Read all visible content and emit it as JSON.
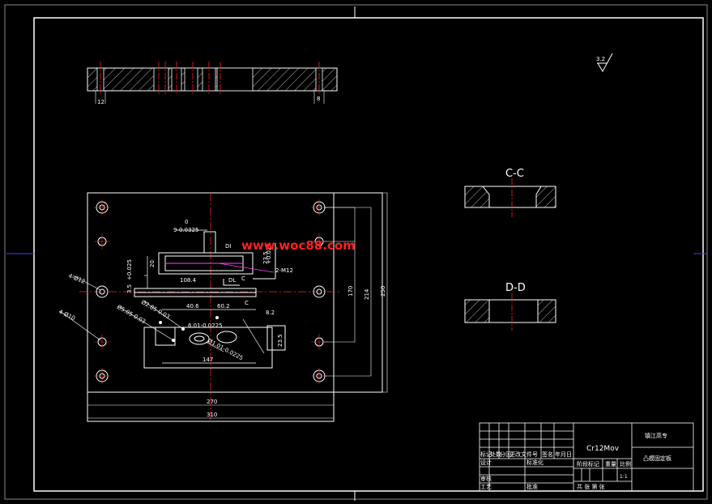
{
  "watermark": "www.woc88.com",
  "surface_finish": "3.2",
  "sections": {
    "cc": "C-C",
    "dd": "D-D"
  },
  "dimensions": {
    "d1": "9-0.0325",
    "d2": "0",
    "d3": "+0.025",
    "d4": "+0.025",
    "d5": "20",
    "d6": "23.5",
    "d7": "2-M12",
    "d8": "108.4",
    "d9": "4-Ø12",
    "d10": "4-Ø10",
    "d11": "Ø2.85-0.03",
    "d12": "Ø5.05-0.03",
    "d13": "40.6",
    "d14": "60.2",
    "d15": "6.01-0.0225",
    "d16": "Ø1.01-0.0225",
    "d17": "8.2",
    "d18": "23.5",
    "d19": "147",
    "d20": "214",
    "d21": "250",
    "d22": "270",
    "d23": "310",
    "d24": "12",
    "d25": "8",
    "d26": "DI",
    "d27": "DL",
    "d28": "C",
    "d29": "C",
    "d30": "3.5"
  },
  "title_block": {
    "material": "Cr12Mov",
    "school": "镇江高专",
    "drawing_name": "凸模固定板",
    "scale": "1:1",
    "labels": {
      "mark": "标记",
      "count": "处数",
      "zone": "分区",
      "change_doc": "更改文件号",
      "sign": "签名",
      "date": "年月日",
      "design": "设计",
      "standardize": "标准化",
      "review": "审核",
      "process": "工艺",
      "approve": "批准",
      "stage_mark": "阶段标记",
      "weight": "重量",
      "scale_label": "比例",
      "sheets": "共  张  第  张"
    }
  },
  "colors": {
    "background": "#000000",
    "lines": "#ffffff",
    "center_lines": "#ff2020",
    "construction": "#ff40ff",
    "watermark": "#ff2020"
  }
}
